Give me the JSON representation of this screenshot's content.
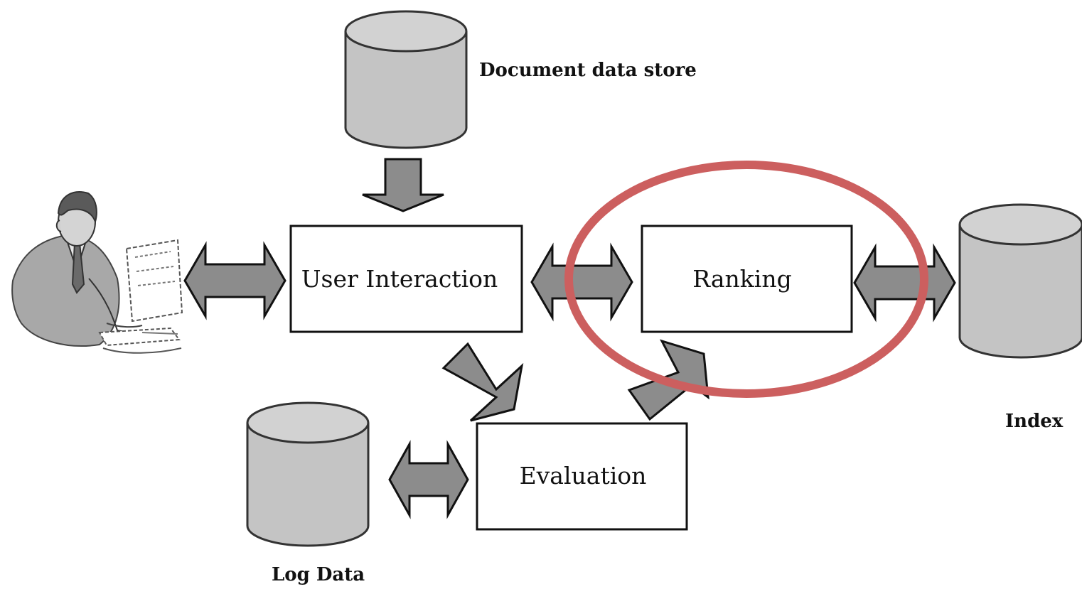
{
  "diagram": {
    "stores": {
      "document": "Document data store",
      "index": "Index",
      "log": "Log Data"
    },
    "boxes": {
      "user_interaction": "User Interaction",
      "ranking": "Ranking",
      "evaluation": "Evaluation"
    },
    "highlight": {
      "target": "Ranking",
      "color": "#cc5f5f"
    },
    "colors": {
      "arrow_fill": "#8c8c8c",
      "cylinder_body": "#c4c4c4",
      "cylinder_top": "#d2d2d2",
      "outline": "#111111"
    },
    "icons": {
      "user": "person-at-computer-icon"
    }
  }
}
